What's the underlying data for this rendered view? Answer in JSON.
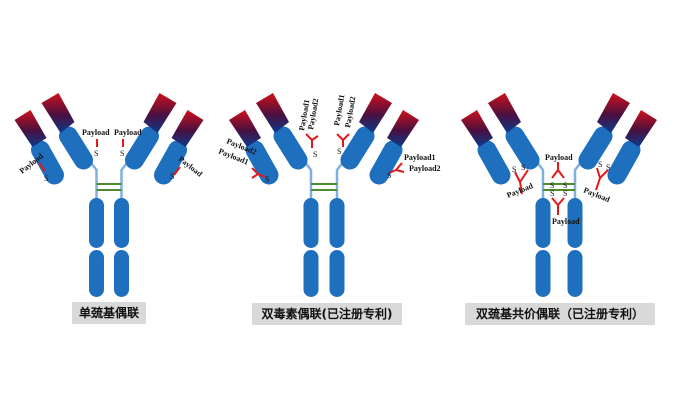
{
  "colors": {
    "antibody": "#1f6fbf",
    "hinge": "#7fb0e0",
    "disulfide": "#4f8a2f",
    "payload_linker": "#e01a1a",
    "variable_top": "#d0101a",
    "variable_bottom": "#0a2a6a",
    "caption_bg": "#d9d9d9"
  },
  "panels": [
    {
      "caption": "单巯基偶联",
      "payload_labels": [
        "Payload",
        "Payload",
        "Payload",
        "Payload"
      ],
      "sulfur": "S"
    },
    {
      "caption": "双毒素偶联(已注册专利)",
      "payload_labels": [
        "Payload1",
        "Payload2",
        "Payload1",
        "Payload2",
        "Payload2",
        "Payload1",
        "Payload1",
        "Payload2"
      ],
      "sulfur": "S"
    },
    {
      "caption": "双巯基共价偶联（已注册专利）",
      "payload_labels": [
        "Payload",
        "Payload",
        "Payload",
        "Payload"
      ],
      "sulfur": "S"
    }
  ]
}
